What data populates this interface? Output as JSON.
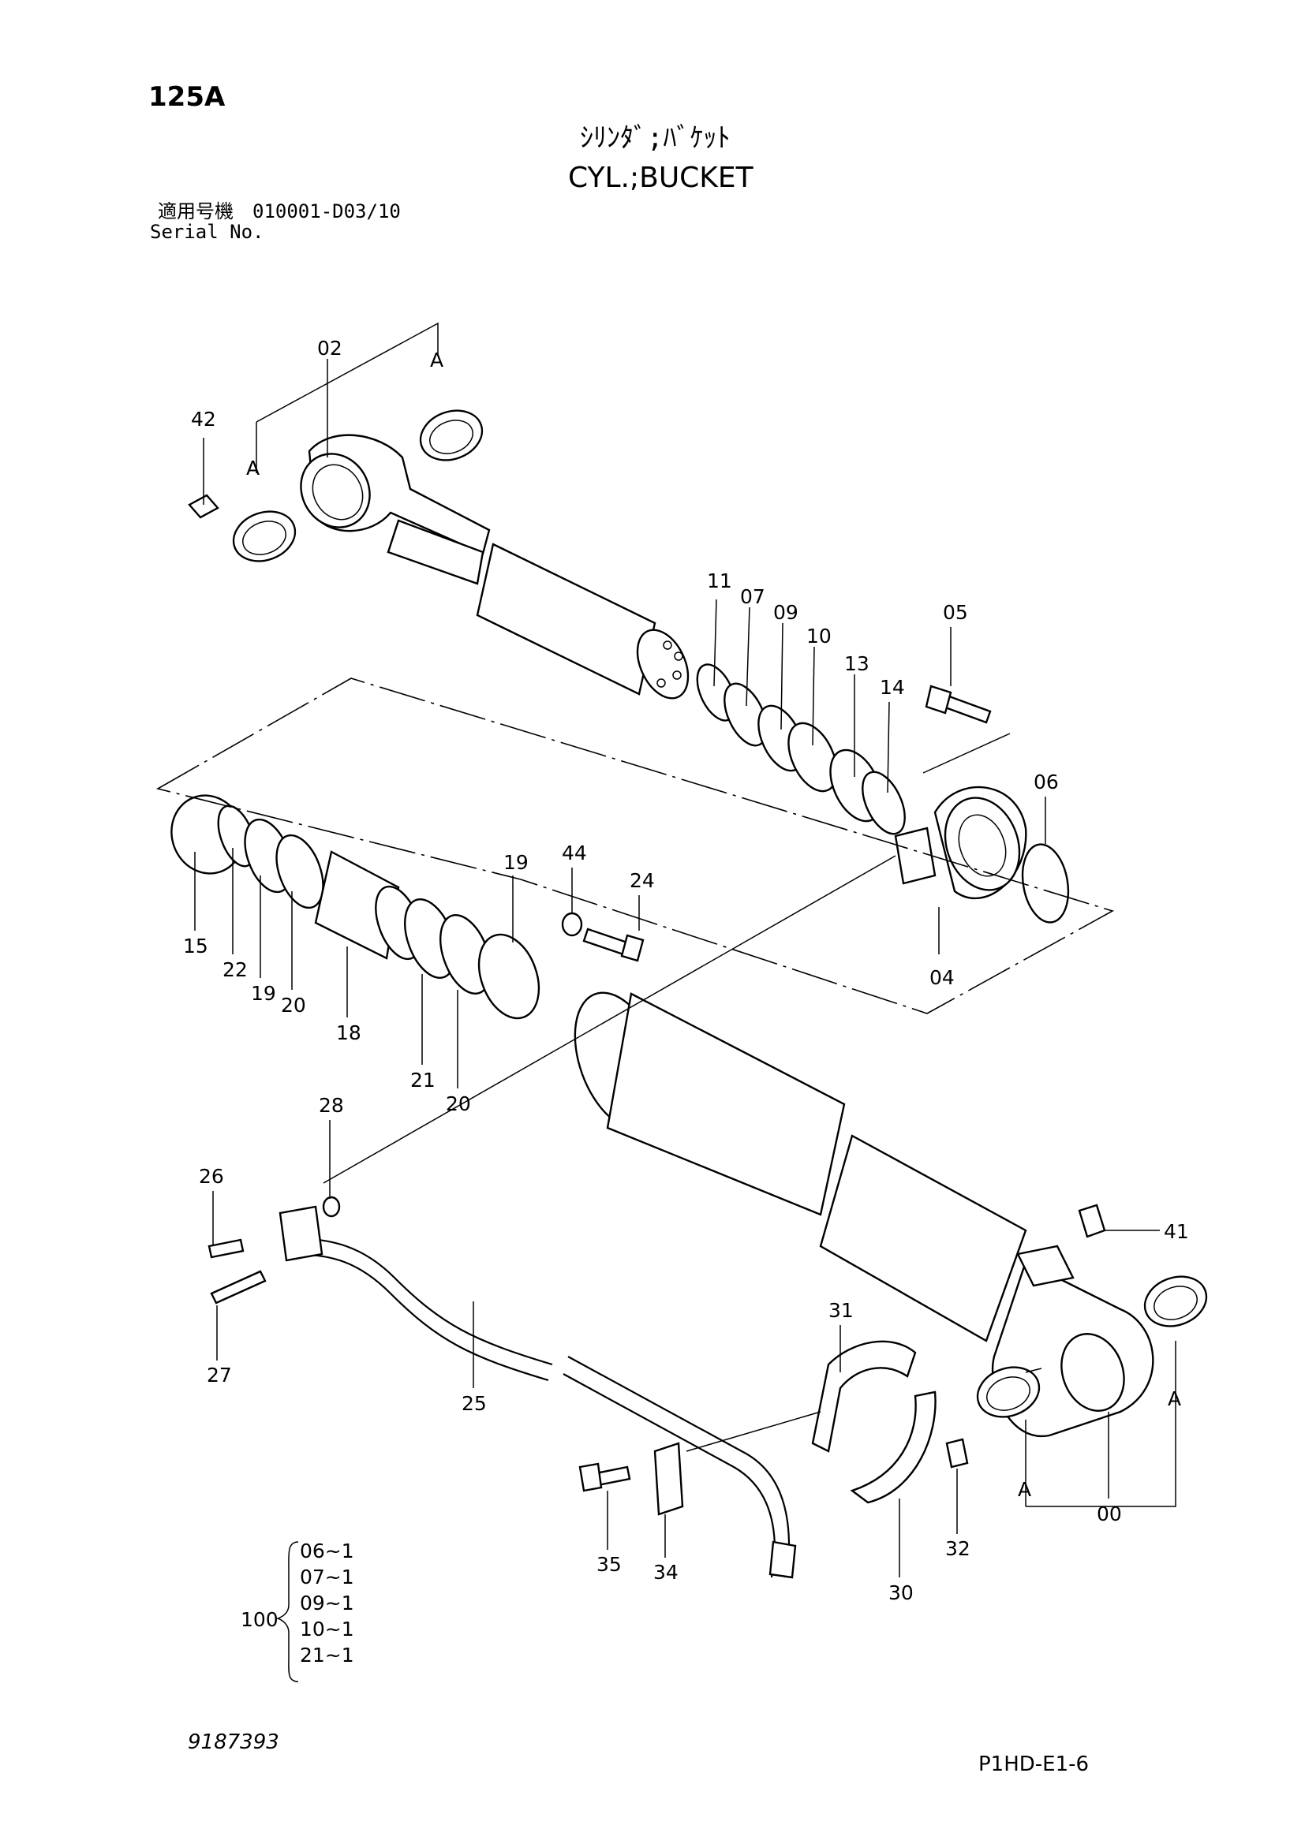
{
  "header": {
    "page_number": "125A",
    "title_jp": "ｼﾘﾝﾀﾞ;ﾊﾞｹｯﾄ",
    "title_en": "CYL.;BUCKET",
    "serial_label_jp": "適用号機　010001-D03/10",
    "serial_label_en": "Serial No."
  },
  "callouts": {
    "c00": "00",
    "c02": "02",
    "c04": "04",
    "c05": "05",
    "c06": "06",
    "c07": "07",
    "c09": "09",
    "c10": "10",
    "c11": "11",
    "c13": "13",
    "c14": "14",
    "c15": "15",
    "c18": "18",
    "c19a": "19",
    "c19b": "19",
    "c20a": "20",
    "c20b": "20",
    "c21": "21",
    "c22": "22",
    "c24": "24",
    "c25": "25",
    "c26": "26",
    "c27": "27",
    "c28": "28",
    "c30": "30",
    "c31": "31",
    "c32": "32",
    "c34": "34",
    "c35": "35",
    "c41": "41",
    "c42": "42",
    "c44": "44",
    "a1": "A",
    "a2": "A",
    "a3": "A",
    "a4": "A"
  },
  "kit": {
    "number": "100",
    "items": [
      "06~1",
      "07~1",
      "09~1",
      "10~1",
      "21~1"
    ]
  },
  "footer": {
    "document_number": "9187393",
    "figure_code": "P1HD-E1-6"
  }
}
